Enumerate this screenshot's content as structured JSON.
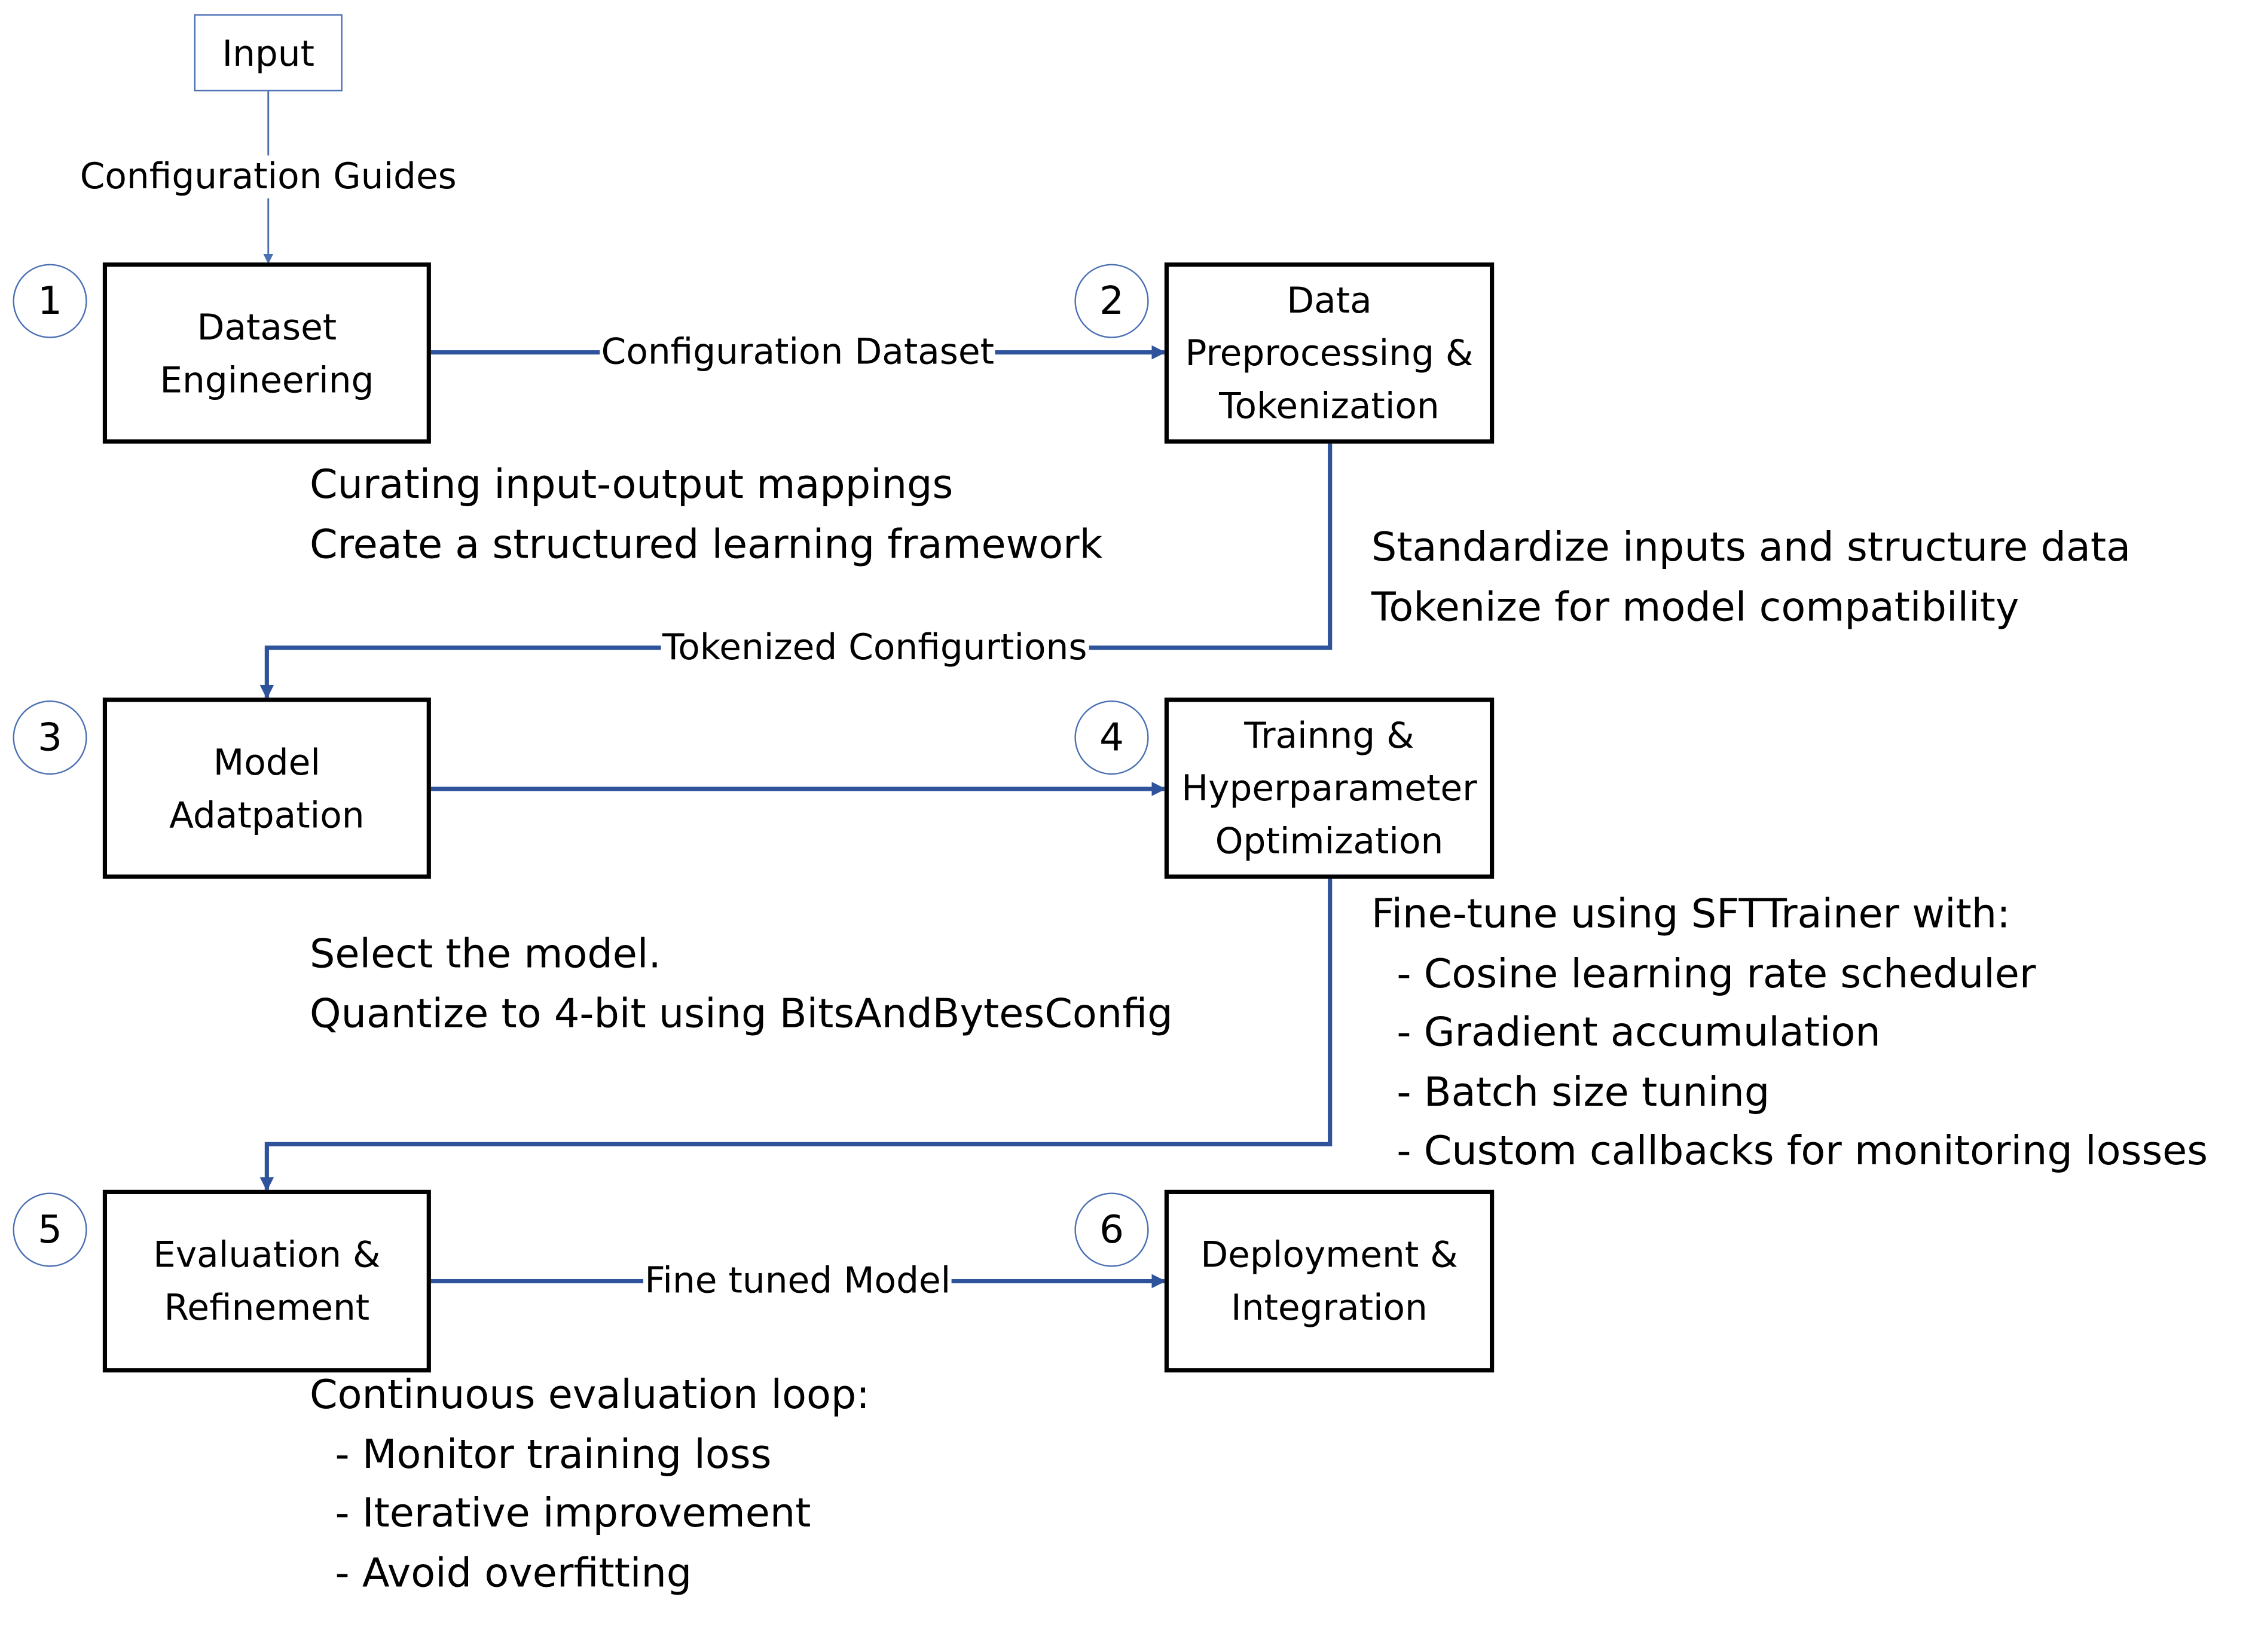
{
  "input": {
    "label": "Input",
    "guide_label": "Configuration Guides"
  },
  "steps": [
    {
      "number": "1",
      "title": "Dataset\nEngineering"
    },
    {
      "number": "2",
      "title": "Data\nPreprocessing &\nTokenization"
    },
    {
      "number": "3",
      "title": "Model\nAdatpation"
    },
    {
      "number": "4",
      "title": "Trainng &\nHyperparameter\nOptimization"
    },
    {
      "number": "5",
      "title": "Evaluation &\nRefinement"
    },
    {
      "number": "6",
      "title": "Deployment &\nIntegration"
    }
  ],
  "connectors": {
    "step1_to_step2": "Configuration Dataset",
    "step2_to_step3": "Tokenized Configurtions",
    "step5_to_step6": "Fine tuned Model"
  },
  "notes": {
    "dataset_engineering": "Curating input-output mappings\nCreate a structured learning framework",
    "preprocessing": "Standardize inputs and structure data\nTokenize for model compatibility",
    "model_adaptation": "Select the model.\nQuantize to 4-bit using BitsAndBytesConfig",
    "training": "Fine-tune using SFTTrainer with:\n  - Cosine learning rate scheduler\n  - Gradient accumulation\n  - Batch size tuning\n  - Custom callbacks for monitoring losses",
    "evaluation": "Continuous evaluation loop:\n  - Monitor training loss\n  - Iterative improvement\n  - Avoid overfitting"
  },
  "colors": {
    "connector": "#2f539b",
    "guide_line": "#4a6fb3",
    "box_border": "#000000"
  }
}
